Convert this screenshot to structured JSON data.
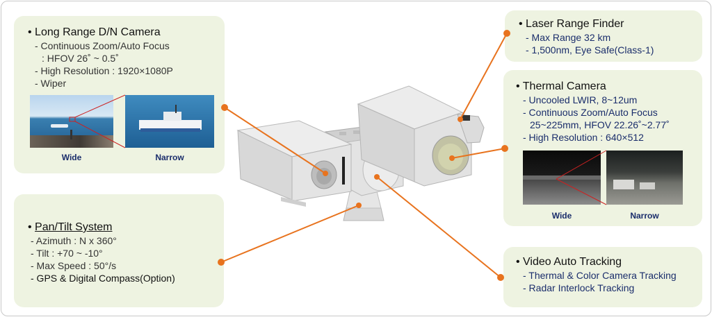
{
  "long_range": {
    "title": "Long Range D/N Camera",
    "lines": [
      "- Continuous Zoom/Auto Focus",
      ": HFOV  26˚ ~  0.5˚",
      "- High Resolution : 1920×1080P",
      "- Wiper"
    ],
    "wide_label": "Wide",
    "narrow_label": "Narrow"
  },
  "laser": {
    "title": "Laser Range Finder",
    "lines": [
      "- Max Range 32 km",
      "- 1,500nm, Eye Safe(Class-1)"
    ]
  },
  "thermal": {
    "title": "Thermal Camera",
    "lines": [
      "- Uncooled LWIR, 8~12um",
      "- Continuous Zoom/Auto Focus",
      "25~225mm, HFOV 22.26˚~2.77˚",
      "- High Resolution : 640×512"
    ],
    "wide_label": "Wide",
    "narrow_label": "Narrow"
  },
  "pantilt": {
    "title": "Pan/Tilt System",
    "lines": [
      "- Azimuth : N x 360°",
      "- Tilt : +70 ~ -10°",
      "- Max Speed :  50°/s",
      "- GPS & Digital Compass(Option)"
    ]
  },
  "tracking": {
    "title": "Video Auto Tracking",
    "lines": [
      "- Thermal & Color Camera Tracking",
      "- Radar Interlock Tracking"
    ]
  },
  "colors": {
    "panel": "#eef3e1",
    "leader": "#e8731e",
    "label_blue": "#1a2d6b"
  }
}
